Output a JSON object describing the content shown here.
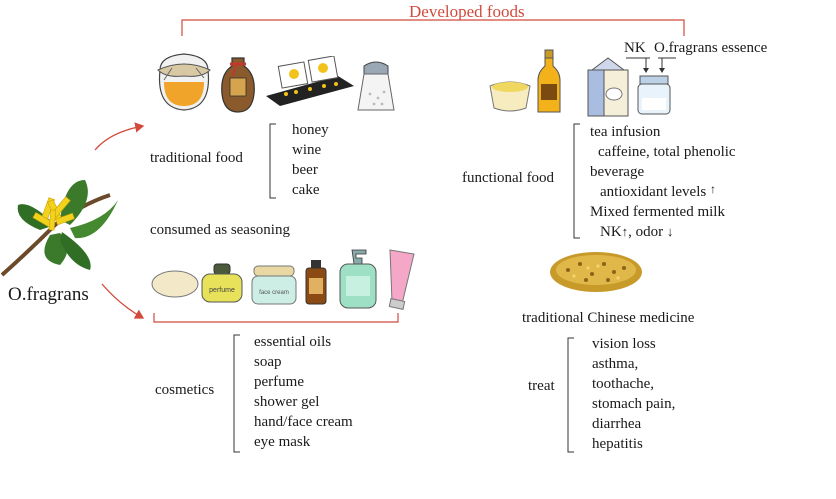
{
  "title": "Developed foods",
  "source_label": "O.fragrans",
  "traditional_food": {
    "label": "traditional food",
    "items": [
      "honey",
      "wine",
      "beer",
      "cake"
    ]
  },
  "seasoning": "consumed as seasoning",
  "cosmetics": {
    "label": "cosmetics",
    "items": [
      "essential oils",
      "soap",
      "perfume",
      "shower gel",
      "hand/face cream",
      "eye mask"
    ],
    "product_labels": [
      "perfume",
      "face cream"
    ]
  },
  "functional_food": {
    "label": "functional food",
    "tea": "tea infusion",
    "tea_detail": "caffeine,  total phenolic",
    "beverage": "beverage",
    "beverage_detail": "antioxidant levels",
    "milk": "Mixed fermented milk",
    "milk_detail_nk": "NK",
    "milk_detail_odor": ", odor",
    "nk_label": "NK",
    "essence_label": "O.fragrans essence"
  },
  "tcm": {
    "label": "traditional Chinese medicine",
    "treat_label": "treat",
    "items": [
      "vision loss",
      "asthma,",
      "toothache,",
      "stomach pain,",
      "diarrhea",
      "hepatitis"
    ]
  },
  "colors": {
    "accent": "#d24a3c",
    "leaf": "#3a7a2a",
    "flower": "#f3d21d",
    "bracket": "#333333"
  }
}
